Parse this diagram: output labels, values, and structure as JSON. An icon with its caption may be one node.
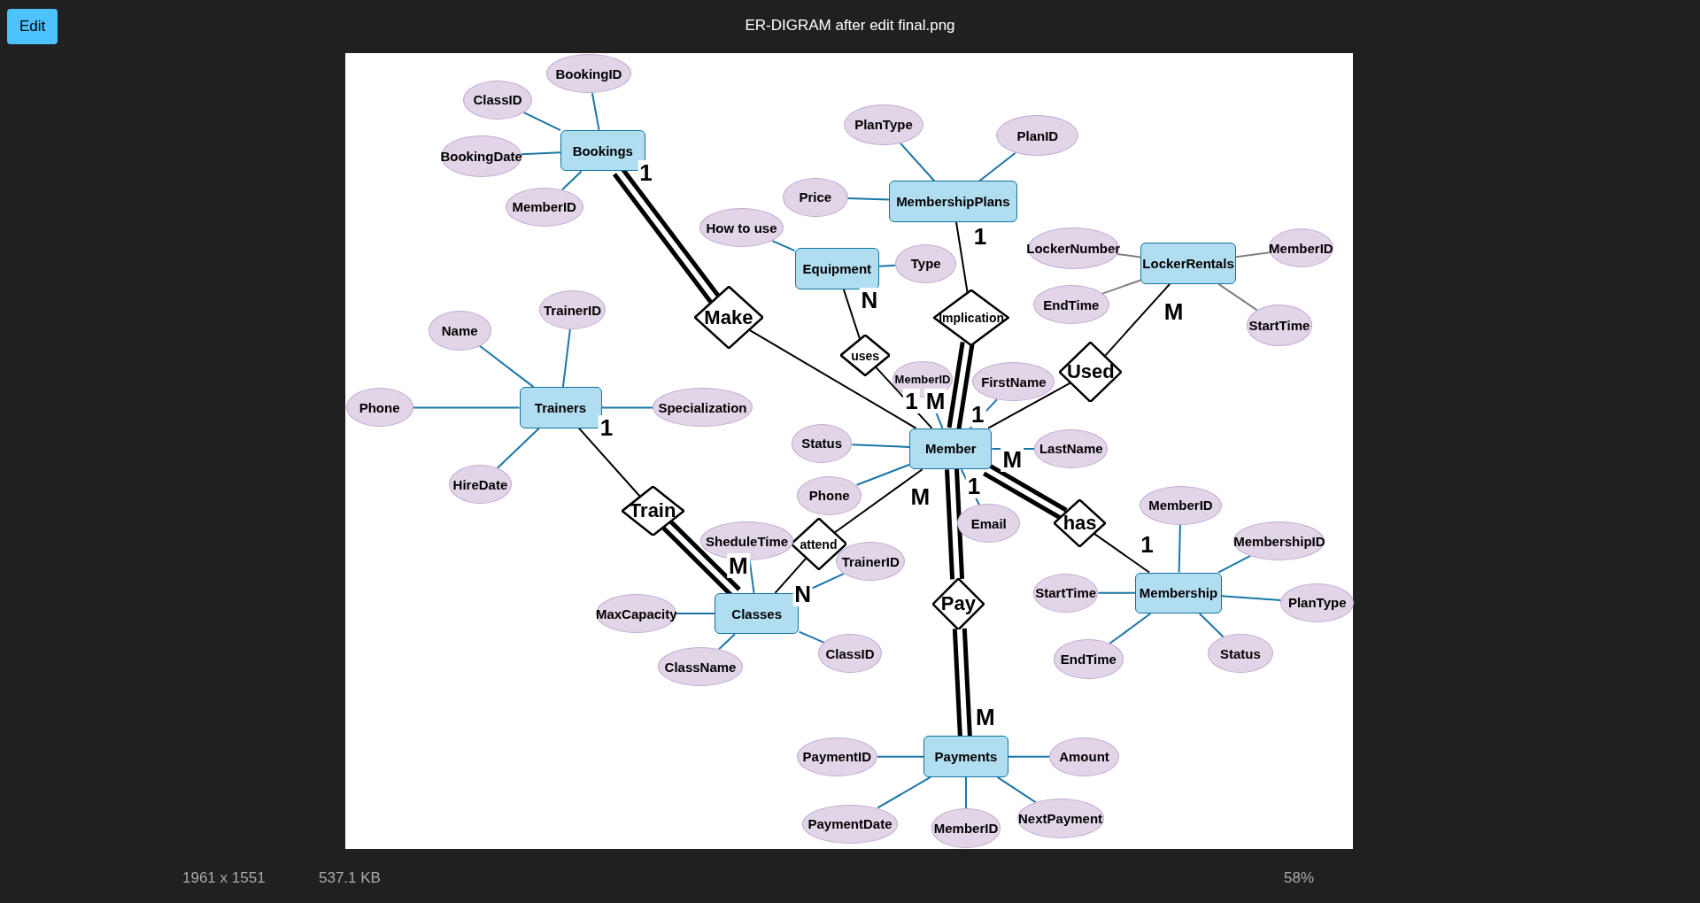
{
  "diagram": {
    "title": "ER-DIGRAM after edit final.png",
    "nodes": [
      {
        "text": [
          "BookingID"
        ]
      },
      {
        "text": [
          "ClassID"
        ]
      },
      {
        "text": [
          "Bookings"
        ]
      },
      {
        "text": [
          "BookingDate"
        ]
      },
      {
        "text": [
          "MemberID"
        ]
      },
      {
        "text": [
          "PlanType"
        ]
      },
      {
        "text": [
          "PlanID"
        ]
      },
      {
        "text": [
          "Price"
        ]
      },
      {
        "text": [
          "MembershipPlans"
        ]
      },
      {
        "text": [
          "How to use"
        ]
      },
      {
        "text": [
          "Equipment"
        ]
      },
      {
        "text": [
          "Type"
        ]
      },
      {
        "text": [
          "LockerNumber"
        ]
      },
      {
        "text": [
          "LockerRentals"
        ]
      },
      {
        "text": [
          "MemberID"
        ]
      },
      {
        "text": [
          "EndTime"
        ]
      },
      {
        "text": [
          "StartTime"
        ]
      },
      {
        "text": [
          "Make"
        ]
      },
      {
        "text": [
          "Implication"
        ]
      },
      {
        "text": [
          "uses"
        ]
      },
      {
        "text": [
          "Used"
        ]
      },
      {
        "text": [
          "TrainerID"
        ]
      },
      {
        "text": [
          "Name"
        ]
      },
      {
        "text": [
          "Trainers"
        ]
      },
      {
        "text": [
          "Phone"
        ]
      },
      {
        "text": [
          "Specialization"
        ]
      },
      {
        "text": [
          "HireDate"
        ]
      },
      {
        "text": [
          "MemberID"
        ]
      },
      {
        "text": [
          "FirstName"
        ]
      },
      {
        "text": [
          "Status"
        ]
      },
      {
        "text": [
          "Member"
        ]
      },
      {
        "text": [
          "LastName"
        ]
      },
      {
        "text": [
          "Phone"
        ]
      },
      {
        "text": [
          "Email"
        ]
      },
      {
        "text": [
          "Train"
        ]
      },
      {
        "text": [
          "has"
        ]
      },
      {
        "text": [
          "attend"
        ]
      },
      {
        "text": [
          "SheduleTime"
        ]
      },
      {
        "text": [
          "TrainerID"
        ]
      },
      {
        "text": [
          "MemberID"
        ]
      },
      {
        "text": [
          "MembershipID"
        ]
      },
      {
        "text": [
          "Membership"
        ]
      },
      {
        "text": [
          "StartTime"
        ]
      },
      {
        "text": [
          "PlanType"
        ]
      },
      {
        "text": [
          "MaxCapacity"
        ]
      },
      {
        "text": [
          "Classes"
        ]
      },
      {
        "text": [
          "ClassName"
        ]
      },
      {
        "text": [
          "ClassID"
        ]
      },
      {
        "text": [
          "EndTime"
        ]
      },
      {
        "text": [
          "Status"
        ]
      },
      {
        "text": [
          "Pay"
        ]
      },
      {
        "text": [
          "Payments"
        ]
      },
      {
        "text": [
          "PaymentID"
        ]
      },
      {
        "text": [
          "Amount"
        ]
      },
      {
        "text": [
          "PaymentDate"
        ]
      },
      {
        "text": [
          "MemberID"
        ]
      },
      {
        "text": [
          "NextPayment"
        ]
      }
    ],
    "edges": [
      {
        "from": 2,
        "to": 0,
        "arrow": "none"
      },
      {
        "from": 2,
        "to": 1,
        "arrow": "none"
      },
      {
        "from": 2,
        "to": 3,
        "arrow": "none"
      },
      {
        "from": 2,
        "to": 4,
        "arrow": "none"
      },
      {
        "from": 8,
        "to": 5,
        "arrow": "none"
      },
      {
        "from": 8,
        "to": 6,
        "arrow": "none"
      },
      {
        "from": 8,
        "to": 7,
        "arrow": "none"
      },
      {
        "from": 10,
        "to": 9,
        "arrow": "none"
      },
      {
        "from": 10,
        "to": 11,
        "arrow": "none"
      },
      {
        "from": 13,
        "to": 12,
        "arrow": "none",
        "color": "#808080"
      },
      {
        "from": 13,
        "to": 14,
        "arrow": "none",
        "color": "#808080"
      },
      {
        "from": 13,
        "to": 15,
        "arrow": "none",
        "color": "#808080"
      },
      {
        "from": 13,
        "to": 16,
        "arrow": "none",
        "color": "#808080"
      },
      {
        "from": 23,
        "to": 21,
        "arrow": "none"
      },
      {
        "from": 23,
        "to": 22,
        "arrow": "none"
      },
      {
        "from": 23,
        "to": 24,
        "arrow": "none"
      },
      {
        "from": 23,
        "to": 25,
        "arrow": "none"
      },
      {
        "from": 23,
        "to": 26,
        "arrow": "none"
      },
      {
        "from": 30,
        "to": 27,
        "arrow": "none"
      },
      {
        "from": 30,
        "to": 28,
        "arrow": "none"
      },
      {
        "from": 30,
        "to": 29,
        "arrow": "none"
      },
      {
        "from": 30,
        "to": 31,
        "arrow": "none"
      },
      {
        "from": 30,
        "to": 32,
        "arrow": "none"
      },
      {
        "from": 30,
        "to": 33,
        "arrow": "none"
      },
      {
        "from": 45,
        "to": 37,
        "arrow": "none"
      },
      {
        "from": 45,
        "to": 38,
        "arrow": "none"
      },
      {
        "from": 45,
        "to": 44,
        "arrow": "none"
      },
      {
        "from": 45,
        "to": 46,
        "arrow": "none"
      },
      {
        "from": 45,
        "to": 47,
        "arrow": "none"
      },
      {
        "from": 41,
        "to": 39,
        "arrow": "none"
      },
      {
        "from": 41,
        "to": 40,
        "arrow": "none"
      },
      {
        "from": 41,
        "to": 42,
        "arrow": "none"
      },
      {
        "from": 41,
        "to": 43,
        "arrow": "none"
      },
      {
        "from": 41,
        "to": 48,
        "arrow": "none"
      },
      {
        "from": 41,
        "to": 49,
        "arrow": "none"
      },
      {
        "from": 51,
        "to": 52,
        "arrow": "none"
      },
      {
        "from": 51,
        "to": 53,
        "arrow": "none"
      },
      {
        "from": 51,
        "to": 54,
        "arrow": "none"
      },
      {
        "from": 51,
        "to": 55,
        "arrow": "none"
      },
      {
        "from": 51,
        "to": 56,
        "arrow": "none"
      },
      {
        "from": 30,
        "to": 17,
        "label": "1",
        "arrow": "none",
        "color": "#000000"
      },
      {
        "from": 17,
        "to": 2,
        "label": "1",
        "arrow": "none",
        "style": "thick",
        "color": "#000000"
      },
      {
        "from": 30,
        "to": 18,
        "label": "1",
        "arrow": "none",
        "style": "thick",
        "color": "#000000"
      },
      {
        "from": 18,
        "to": 8,
        "label": "1",
        "arrow": "none",
        "color": "#000000"
      },
      {
        "from": 30,
        "to": 19,
        "label": "M",
        "arrow": "none",
        "color": "#000000"
      },
      {
        "from": 19,
        "to": 10,
        "label": "N",
        "arrow": "none",
        "color": "#000000"
      },
      {
        "from": 30,
        "to": 20,
        "arrow": "none",
        "color": "#000000"
      },
      {
        "from": 20,
        "to": 13,
        "label": "M",
        "arrow": "none",
        "color": "#000000"
      },
      {
        "from": 30,
        "to": 36,
        "label": "M",
        "arrow": "none",
        "color": "#000000"
      },
      {
        "from": 36,
        "to": 45,
        "label": "N",
        "arrow": "none",
        "color": "#000000"
      },
      {
        "from": 30,
        "to": 35,
        "label": "M",
        "arrow": "none",
        "style": "thick",
        "color": "#000000"
      },
      {
        "from": 35,
        "to": 41,
        "label": "1",
        "arrow": "none",
        "color": "#000000"
      },
      {
        "from": 30,
        "to": 50,
        "label": "1",
        "arrow": "none",
        "style": "thick",
        "color": "#000000"
      },
      {
        "from": 50,
        "to": 51,
        "label": "M",
        "arrow": "none",
        "style": "thick",
        "color": "#000000"
      },
      {
        "from": 45,
        "to": 34,
        "label": "M",
        "arrow": "none",
        "style": "thick",
        "color": "#000000"
      },
      {
        "from": 34,
        "to": 23,
        "label": "1",
        "arrow": "none",
        "color": "#000000"
      }
    ],
    "labels": [
      "Edit",
      "1961 x 1551",
      "537.1 KB",
      "58%"
    ]
  }
}
